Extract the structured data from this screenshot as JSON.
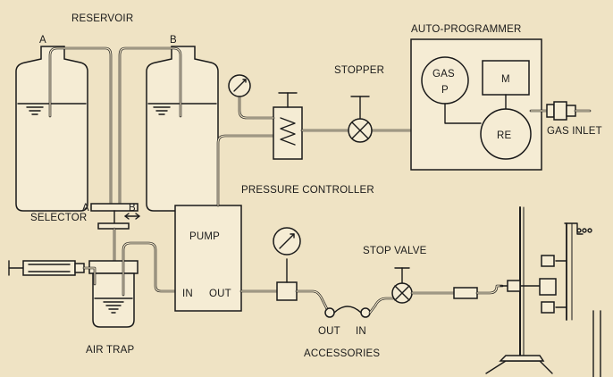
{
  "labels": {
    "reservoir": "RESERVOIR",
    "bottle_a": "A",
    "bottle_b": "B",
    "selector_a": "A",
    "selector_b": "B",
    "selector": "SELECTOR",
    "air_trap": "AIR TRAP",
    "pump": "PUMP",
    "pump_in": "IN",
    "pump_out": "OUT",
    "pressure_controller": "PRESSURE CONTROLLER",
    "stopper": "STOPPER",
    "auto_programmer": "AUTO-PROGRAMMER",
    "gas_top": "GAS",
    "gas_p": "P",
    "motor": "M",
    "re": "RE",
    "gas_inlet": "GAS INLET",
    "stop_valve": "STOP VALVE",
    "acc_out": "OUT",
    "acc_in": "IN",
    "accessories": "ACCESSORIES"
  }
}
